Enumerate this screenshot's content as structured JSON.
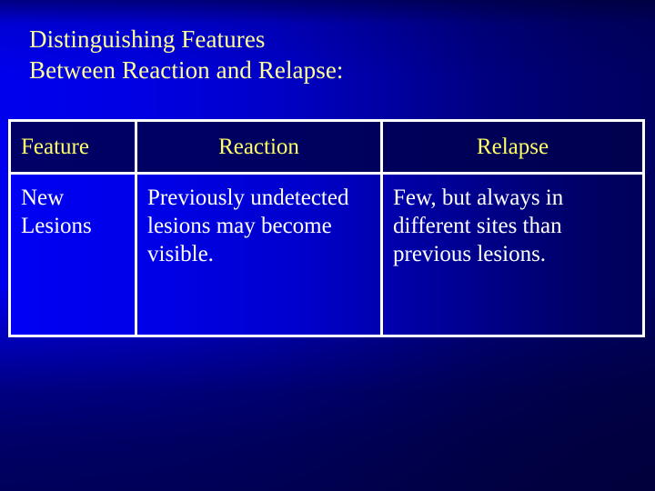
{
  "slide": {
    "title_lines": [
      "Distinguishing Features",
      "Between Reaction and Relapse:"
    ],
    "title_color": "#ffff99",
    "background": {
      "left_color": "#0000ee",
      "right_color": "#000060"
    }
  },
  "table": {
    "border_color": "#ffffff",
    "header_text_color": "#ffff66",
    "body_text_color": "#ffffff",
    "columns": [
      {
        "header": "Feature",
        "align": "left"
      },
      {
        "header": "Reaction",
        "align": "center"
      },
      {
        "header": "Relapse",
        "align": "center"
      }
    ],
    "rows": [
      {
        "feature": "New Lesions",
        "reaction": "Previously undetected lesions may become visible.",
        "relapse": "Few, but always in different sites than previous lesions."
      }
    ]
  }
}
